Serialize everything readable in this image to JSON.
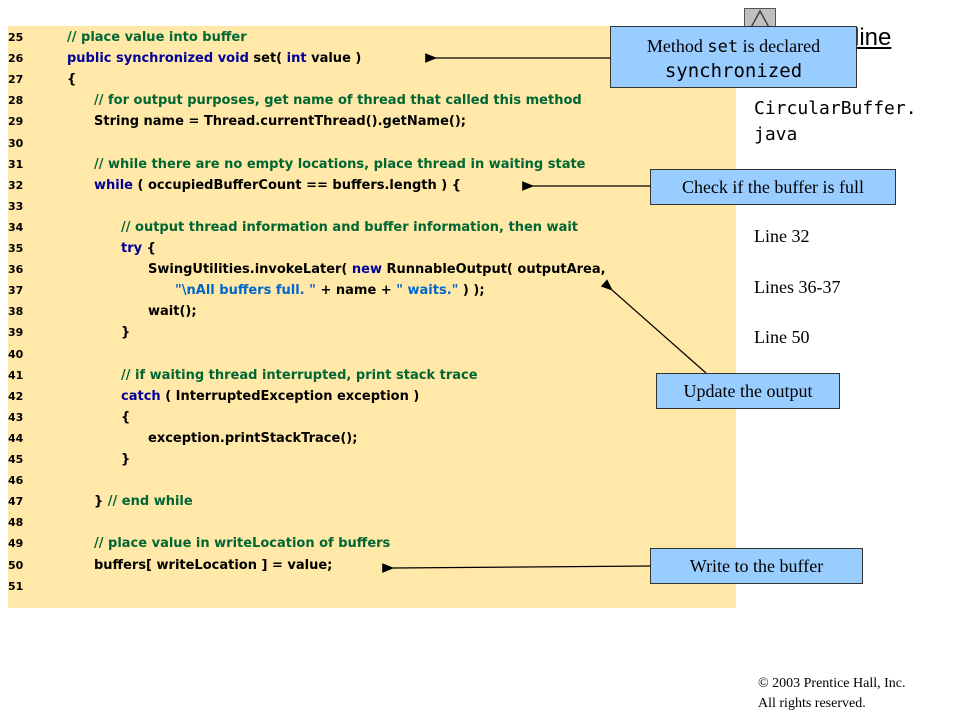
{
  "code_lines": [
    {
      "num": "25",
      "indent": 0,
      "parts": [
        {
          "c": "cm",
          "t": "// place value into buffer"
        }
      ]
    },
    {
      "num": "26",
      "indent": 0,
      "parts": [
        {
          "c": "kw",
          "t": "public synchronized void "
        },
        {
          "c": "tx",
          "t": "set( "
        },
        {
          "c": "kw",
          "t": "int "
        },
        {
          "c": "tx",
          "t": "value )"
        }
      ]
    },
    {
      "num": "27",
      "indent": 0,
      "parts": [
        {
          "c": "tx",
          "t": "{"
        }
      ]
    },
    {
      "num": "28",
      "indent": 1,
      "parts": [
        {
          "c": "cm",
          "t": "// for output purposes, get name of thread that called this method"
        }
      ]
    },
    {
      "num": "29",
      "indent": 1,
      "parts": [
        {
          "c": "tx",
          "t": "String name = Thread.currentThread().getName();"
        }
      ]
    },
    {
      "num": "30",
      "indent": 0,
      "parts": []
    },
    {
      "num": "31",
      "indent": 1,
      "parts": [
        {
          "c": "cm",
          "t": "// while there are no empty locations, place thread in waiting state"
        }
      ]
    },
    {
      "num": "32",
      "indent": 1,
      "parts": [
        {
          "c": "kw",
          "t": "while "
        },
        {
          "c": "tx",
          "t": "( occupiedBufferCount == buffers.length ) {"
        }
      ]
    },
    {
      "num": "33",
      "indent": 0,
      "parts": []
    },
    {
      "num": "34",
      "indent": 2,
      "parts": [
        {
          "c": "cm",
          "t": "// output thread information and buffer information, then wait"
        }
      ]
    },
    {
      "num": "35",
      "indent": 2,
      "parts": [
        {
          "c": "kw",
          "t": "try "
        },
        {
          "c": "tx",
          "t": "{"
        }
      ]
    },
    {
      "num": "36",
      "indent": 3,
      "parts": [
        {
          "c": "tx",
          "t": "SwingUtilities.invokeLater( "
        },
        {
          "c": "kw",
          "t": "new "
        },
        {
          "c": "tx",
          "t": "RunnableOutput( outputArea,"
        }
      ]
    },
    {
      "num": "37",
      "indent": 4,
      "parts": [
        {
          "c": "st",
          "t": "\"\\nAll buffers full. \""
        },
        {
          "c": "tx",
          "t": " + name + "
        },
        {
          "c": "st",
          "t": "\" waits.\""
        },
        {
          "c": "tx",
          "t": " ) );"
        }
      ]
    },
    {
      "num": "38",
      "indent": 3,
      "parts": [
        {
          "c": "tx",
          "t": "wait();"
        }
      ]
    },
    {
      "num": "39",
      "indent": 2,
      "parts": [
        {
          "c": "tx",
          "t": "}"
        }
      ]
    },
    {
      "num": "40",
      "indent": 0,
      "parts": []
    },
    {
      "num": "41",
      "indent": 2,
      "parts": [
        {
          "c": "cm",
          "t": "// if waiting thread interrupted, print stack trace"
        }
      ]
    },
    {
      "num": "42",
      "indent": 2,
      "parts": [
        {
          "c": "kw",
          "t": "catch "
        },
        {
          "c": "tx",
          "t": "( InterruptedException exception )"
        }
      ]
    },
    {
      "num": "43",
      "indent": 2,
      "parts": [
        {
          "c": "tx",
          "t": "{"
        }
      ]
    },
    {
      "num": "44",
      "indent": 3,
      "parts": [
        {
          "c": "tx",
          "t": "exception.printStackTrace();"
        }
      ]
    },
    {
      "num": "45",
      "indent": 2,
      "parts": [
        {
          "c": "tx",
          "t": "}"
        }
      ]
    },
    {
      "num": "46",
      "indent": 0,
      "parts": []
    },
    {
      "num": "47",
      "indent": 1,
      "parts": [
        {
          "c": "tx",
          "t": "} "
        },
        {
          "c": "cm",
          "t": "// end while"
        }
      ]
    },
    {
      "num": "48",
      "indent": 0,
      "parts": []
    },
    {
      "num": "49",
      "indent": 1,
      "parts": [
        {
          "c": "cm",
          "t": "// place value in writeLocation of buffers"
        }
      ]
    },
    {
      "num": "50",
      "indent": 1,
      "parts": [
        {
          "c": "tx",
          "t": "buffers[ writeLocation ] = value;"
        }
      ]
    },
    {
      "num": "51",
      "indent": 0,
      "parts": []
    }
  ],
  "callouts": {
    "synchronized": {
      "prefix": "Method ",
      "code": "set",
      "suffix": " is declared",
      "line2": "synchronized"
    },
    "check_full": "Check if the buffer is full",
    "update_output": "Update the output",
    "write_buffer": "Write to the buffer"
  },
  "sidebar": {
    "outline_title": "line",
    "filename_line1": "CircularBuffer.",
    "filename_line2": "java",
    "items": [
      "Line 32",
      "Lines 36-37",
      "Line 50"
    ]
  },
  "copyright": {
    "line1": "© 2003 Prentice Hall, Inc.",
    "line2": "All rights reserved."
  },
  "colors": {
    "code_background": "#ffe8a8",
    "callout_fill": "#99ccff",
    "keyword": "#000099",
    "comment": "#006633",
    "string": "#0066cc"
  }
}
